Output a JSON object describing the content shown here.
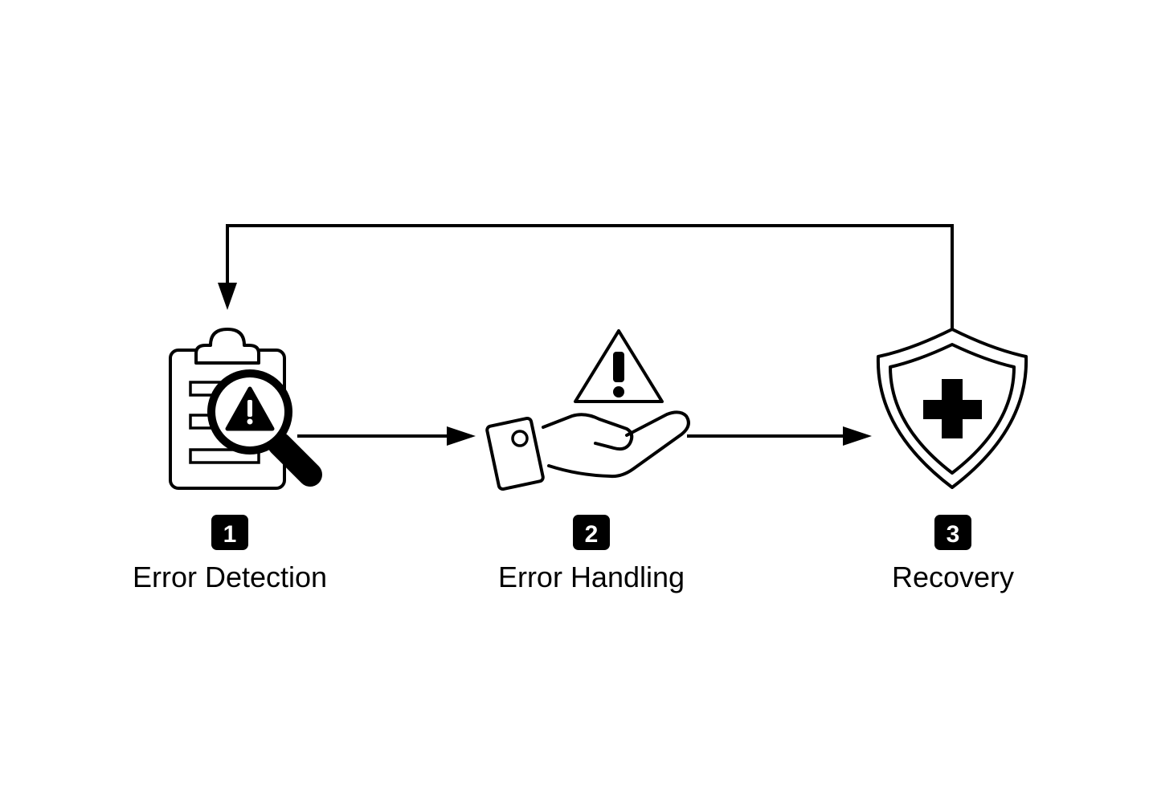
{
  "stages": [
    {
      "number": "1",
      "label": "Error Detection",
      "icon": "clipboard-magnifier-warning-icon"
    },
    {
      "number": "2",
      "label": "Error Handling",
      "icon": "hand-warning-icon"
    },
    {
      "number": "3",
      "label": "Recovery",
      "icon": "shield-cross-icon"
    }
  ],
  "colors": {
    "ink": "#000000",
    "background": "#ffffff"
  }
}
